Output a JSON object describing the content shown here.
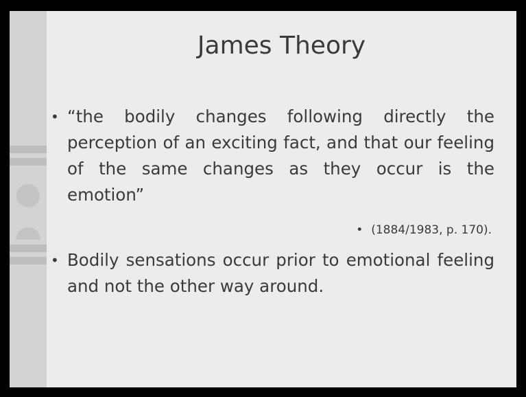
{
  "slide": {
    "title": "James Theory",
    "bullets": [
      {
        "marker": "•",
        "text": "“the bodily changes following directly the perception of an exciting fact, and that our feeling of the same changes as they occur is the emotion”"
      },
      {
        "marker": "•",
        "text": "Bodily sensations occur prior to emotional feeling and not the other way around."
      }
    ],
    "citation": {
      "marker": "•",
      "text": "(1884/1983, p. 170)."
    }
  }
}
